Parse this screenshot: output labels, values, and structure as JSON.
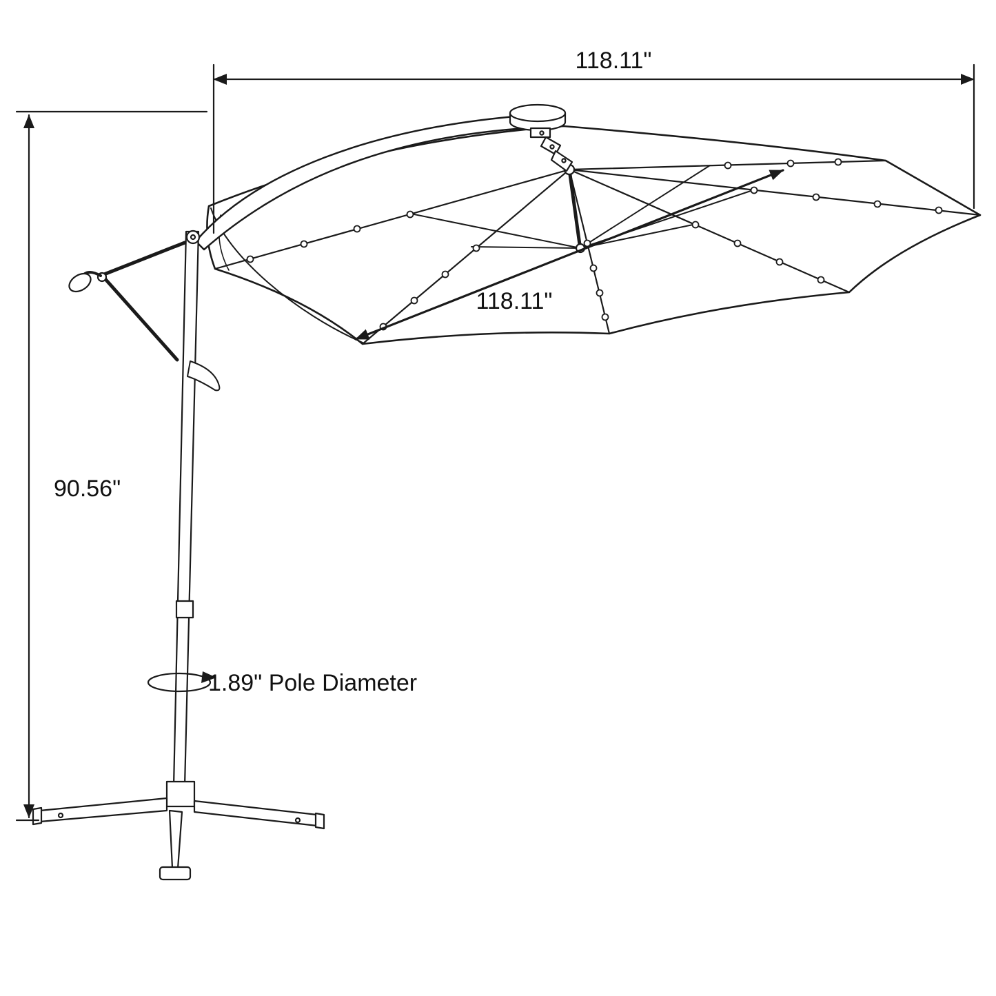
{
  "figure": {
    "type": "technical line drawing",
    "subject": "Offset cantilever patio umbrella with solar LED lights, crank handle and cross base"
  },
  "dimensions": {
    "canopy_width_label": "118.11\"",
    "canopy_diagonal_label": "118.11\"",
    "overall_height_label": "90.56\"",
    "pole_diameter_label": "1.89\" Pole Diameter"
  },
  "colors": {
    "background": "#ffffff",
    "line": "#1a1a1a",
    "label_text": "#111111"
  }
}
